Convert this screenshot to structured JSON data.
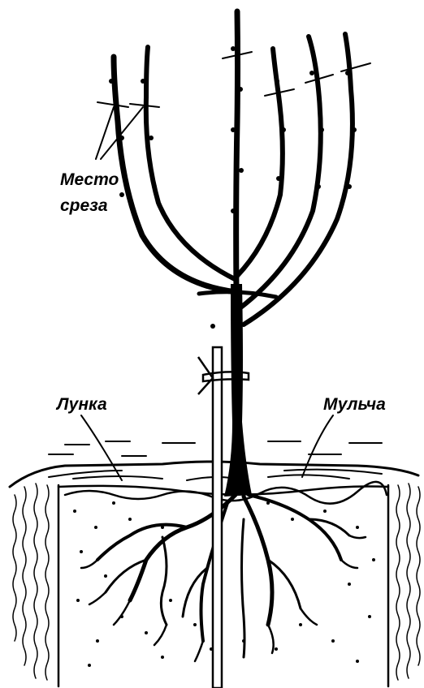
{
  "labels": {
    "cut_place_line1": "Место",
    "cut_place_line2": "среза",
    "hole": "Лунка",
    "mulch": "Мульча"
  },
  "colors": {
    "ink": "#000000",
    "paper": "#ffffff"
  }
}
